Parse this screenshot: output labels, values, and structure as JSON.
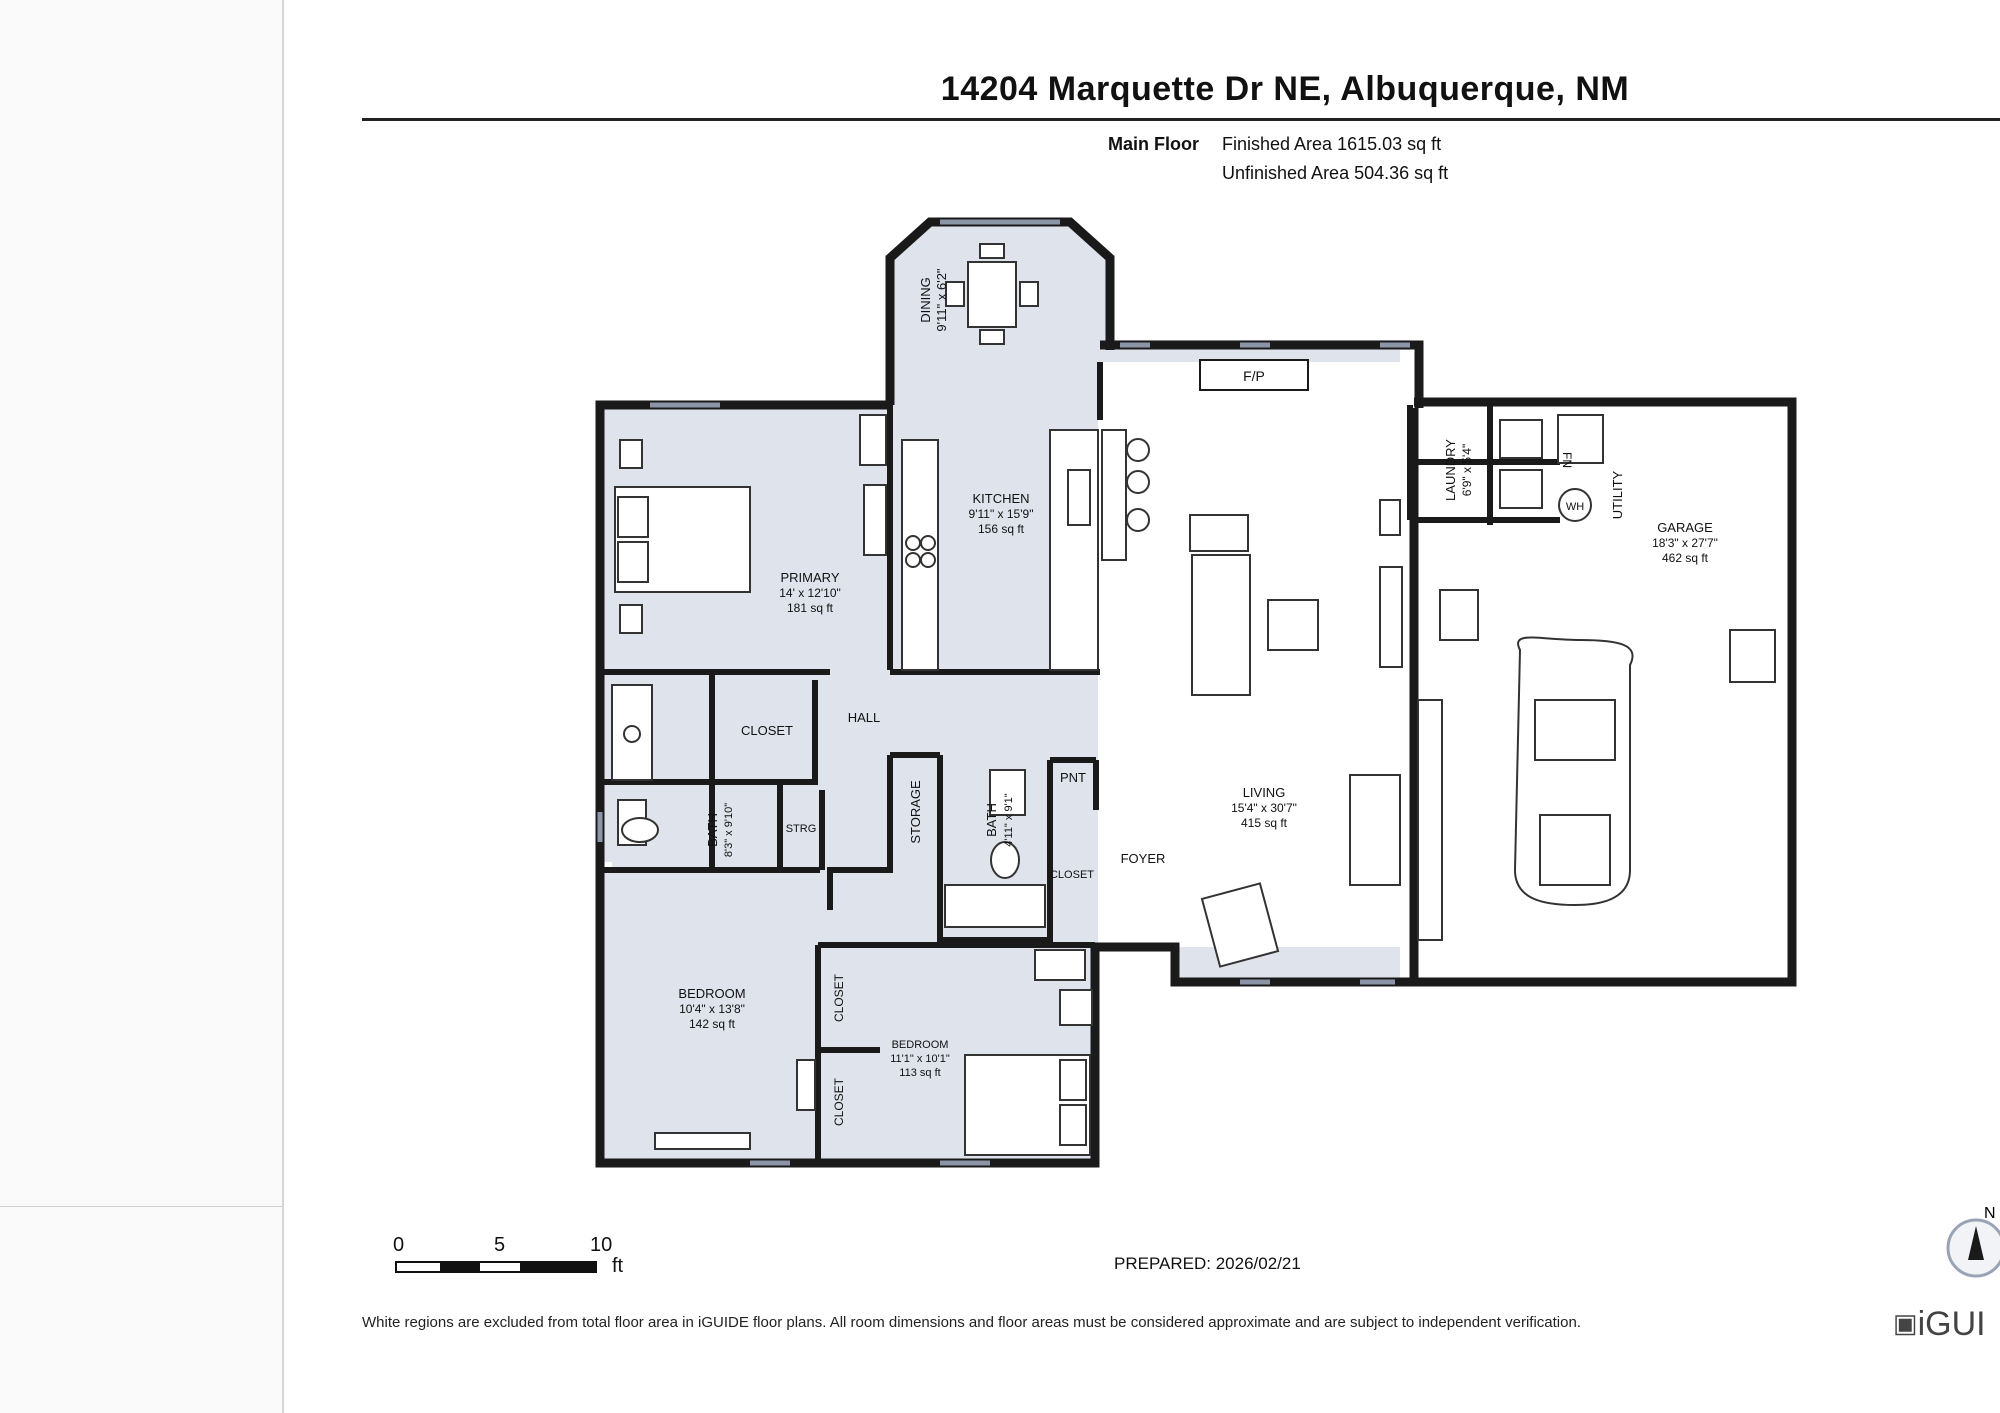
{
  "header": {
    "address": "14204 Marquette Dr NE, Albuquerque, NM",
    "floor": "Main Floor",
    "finished_area": "Finished Area 1615.03 sq ft",
    "unfinished_area": "Unfinished Area 504.36 sq ft"
  },
  "rooms": {
    "dining": {
      "name": "DINING",
      "dims": "9'11\" x 6'2\""
    },
    "kitchen": {
      "name": "KITCHEN",
      "dims": "9'11\" x 15'9\"",
      "area": "156 sq ft"
    },
    "primary": {
      "name": "PRIMARY",
      "dims": "14' x 12'10\"",
      "area": "181 sq ft"
    },
    "living": {
      "name": "LIVING",
      "dims": "15'4\" x 30'7\"",
      "area": "415 sq ft"
    },
    "laundry": {
      "name": "LAUNDRY",
      "dims": "6'9\" x 5'4\""
    },
    "garage": {
      "name": "GARAGE",
      "dims": "18'3\" x 27'7\"",
      "area": "462 sq ft"
    },
    "bath_primary": {
      "name": "BATH",
      "dims": "8'3\" x 9'10\""
    },
    "bath_hall": {
      "name": "BATH",
      "dims": "4'11\" x 9'1\""
    },
    "bedroom_left": {
      "name": "BEDROOM",
      "dims": "10'4\" x 13'8\"",
      "area": "142 sq ft"
    },
    "bedroom_right": {
      "name": "BEDROOM",
      "dims": "11'1\" x 10'1\"",
      "area": "113 sq ft"
    }
  },
  "labels": {
    "fp": "F/P",
    "utility": "UTILITY",
    "wh": "WH",
    "fn": "FN",
    "closet": "CLOSET",
    "hall": "HALL",
    "storage": "STORAGE",
    "strg": "STRG",
    "pnt": "PNT",
    "foyer": "FOYER"
  },
  "scale_bar": {
    "ticks": [
      "0",
      "5",
      "10"
    ],
    "unit": "ft"
  },
  "prepared": "PREPARED: 2026/02/21",
  "disclaimer": "White regions are excluded from total floor area in iGUIDE floor plans. All room dimensions and floor areas must be considered approximate and are subject to independent verification.",
  "brand": "iGUI",
  "compass": {
    "letter": "N"
  },
  "colors": {
    "wall": "#1a1a1a",
    "floor_fill": "#dfe3ec",
    "unfinished_fill": "#ffffff",
    "window": "#8c95a8"
  }
}
